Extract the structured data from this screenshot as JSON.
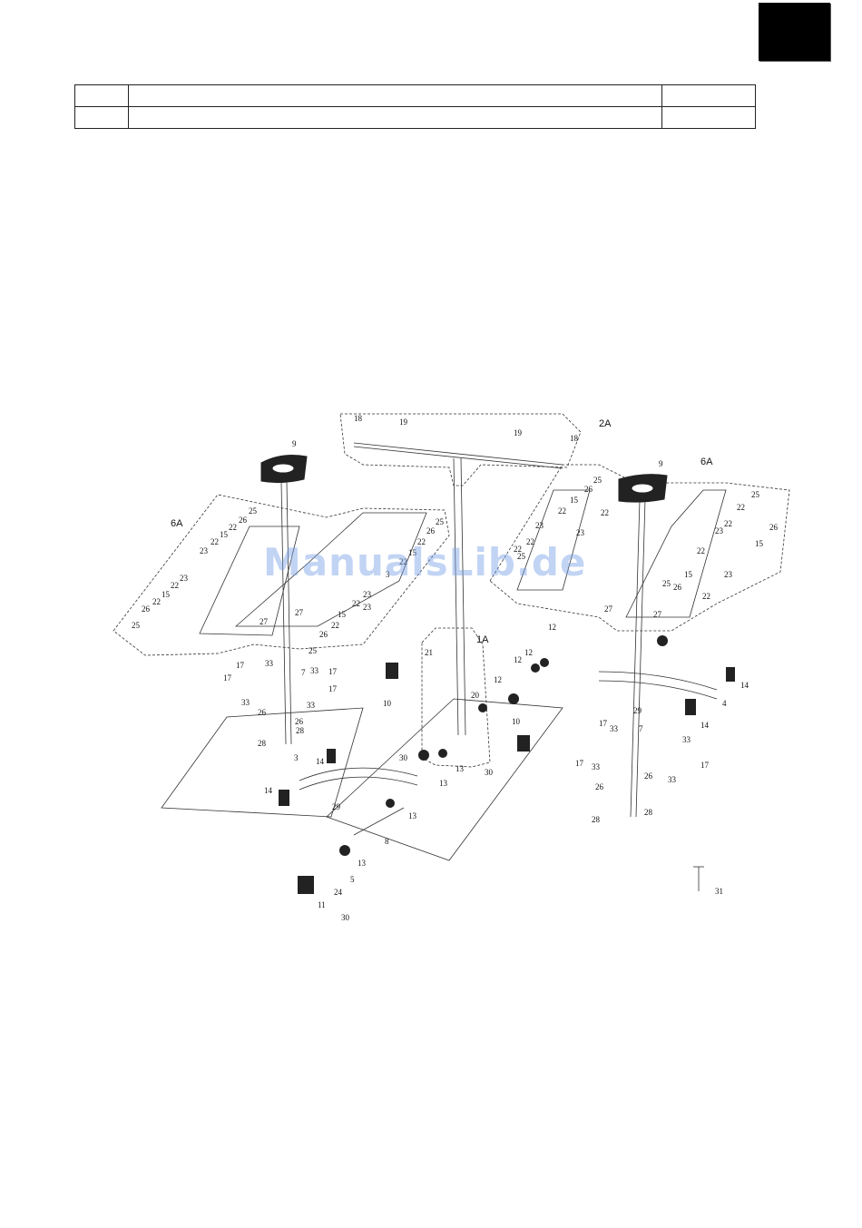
{
  "watermark": "ManualsLib.de",
  "diagram": {
    "group_labels": [
      "2A",
      "6A",
      "6A",
      "1A"
    ],
    "part_labels": {
      "p18a": "18",
      "p19a": "19",
      "p19b": "19",
      "p18b": "18",
      "p9a": "9",
      "p9b": "9",
      "p25a": "25",
      "p26a": "26",
      "p22a": "22",
      "p15a": "15",
      "p22b": "22",
      "p23a": "23",
      "p23b": "23",
      "p22c": "22",
      "p15b": "15",
      "p22d": "22",
      "p26b": "26",
      "p25b": "25",
      "p25c": "25",
      "p26c": "26",
      "p22e": "22",
      "p15c": "15",
      "p22f": "22",
      "p3a": "3",
      "p23c": "23",
      "p22g": "22",
      "p23d": "23",
      "p15d": "15",
      "p22h": "22",
      "p26d": "26",
      "p25d": "25",
      "p27a": "27",
      "p27b": "27",
      "p25e": "25",
      "p26e": "26",
      "p15e": "15",
      "p22i": "22",
      "p22j": "22",
      "p23e": "23",
      "p23f": "23",
      "p22k": "22",
      "p25f": "25",
      "p22l": "22",
      "p25g": "25",
      "p22m": "22",
      "p26f": "26",
      "p23g": "23",
      "p22n": "22",
      "p15f": "15",
      "p22o": "22",
      "p23h": "23",
      "p15g": "15",
      "p26g": "26",
      "p25h": "25",
      "p22p": "22",
      "p27c": "27",
      "p27d": "27",
      "p21": "21",
      "p12a": "12",
      "p12b": "12",
      "p12c": "12",
      "p12d": "12",
      "p17a": "17",
      "p33a": "33",
      "p7a": "7",
      "p33b": "33",
      "p17b": "17",
      "p33c": "33",
      "p33d": "33",
      "p17c": "17",
      "p26h": "26",
      "p26i": "26",
      "p28a": "28",
      "p28b": "28",
      "p10a": "10",
      "p20": "20",
      "p10b": "10",
      "p30a": "30",
      "p13a": "13",
      "p13b": "13",
      "p30b": "30",
      "p14a": "14",
      "p3b": "3",
      "p14b": "14",
      "p29a": "29",
      "p13c": "13",
      "p8": "8",
      "p13d": "13",
      "p5": "5",
      "p24": "24",
      "p11": "11",
      "p30c": "30",
      "p14c": "14",
      "p4": "4",
      "p14d": "14",
      "p29b": "29",
      "p17d": "17",
      "p33e": "33",
      "p7b": "7",
      "p17e": "17",
      "p33f": "33",
      "p33g": "33",
      "p17f": "17",
      "p33h": "33",
      "p26j": "26",
      "p26k": "26",
      "p28c": "28",
      "p28d": "28",
      "p31": "31"
    }
  }
}
